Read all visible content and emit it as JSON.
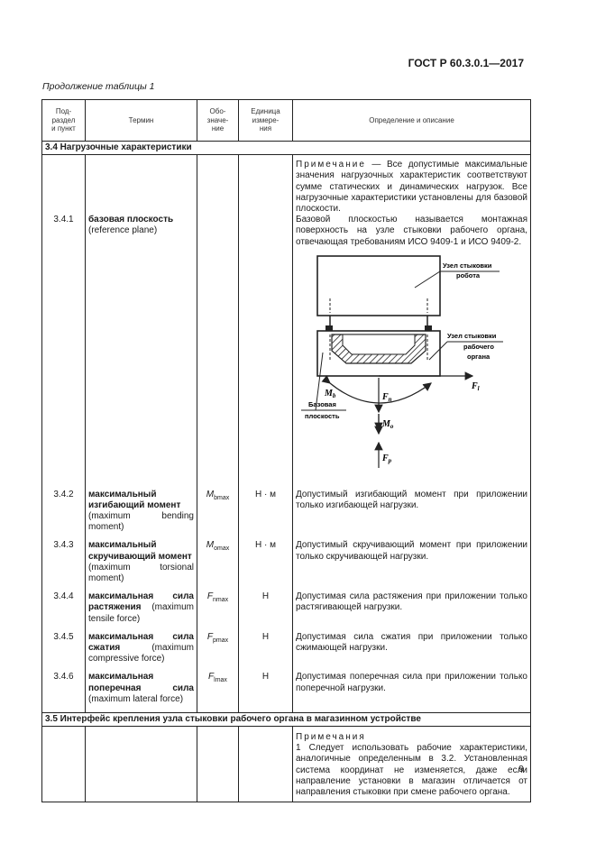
{
  "header": {
    "standard": "ГОСТ Р 60.3.0.1—2017"
  },
  "caption": "Продолжение таблицы 1",
  "columns": {
    "num": "Под-\nраздел\nи пункт",
    "term": "Термин",
    "symbol": "Обо-\nзначе-\nние",
    "unit": "Единица\nизмере-\nния",
    "definition": "Определение и описание"
  },
  "section_34": "3.4 Нагрузочные характеристики",
  "note_34_label": "Примечание",
  "note_34_text": " — Все допустимые максимальные значения нагрузочных характеристик соответствуют сумме статических и динамических нагрузок. Все нагрузочные характеристики установлены для базовой плоскости.",
  "rows": [
    {
      "num": "3.4.1",
      "term_bold": "базовая плоскость",
      "term_en": "(reference plane)",
      "sym_main": "",
      "sym_sub": "",
      "unit": "",
      "definition": "Базовой плоскостью называется монтажная поверхность на узле стыковки рабочего органа, отвечающая требованиям ИСО 9409-1 и ИСО 9409-2."
    },
    {
      "num": "3.4.2",
      "term_bold": "максимальный изгибающий момент",
      "term_en": "(maximum bending moment)",
      "sym_main": "M",
      "sym_sub": "bmax",
      "unit": "Н · м",
      "definition": "Допустимый изгибающий момент при приложении только изгибающей нагрузки."
    },
    {
      "num": "3.4.3",
      "term_bold": "максимальный скручивающий момент",
      "term_en": "(maximum torsional moment)",
      "sym_main": "M",
      "sym_sub": "omax",
      "unit": "Н · м",
      "definition": "Допустимый скручивающий момент при приложении только скручивающей нагрузки."
    },
    {
      "num": "3.4.4",
      "term_bold": "максимальная сила растяжения",
      "term_en": "(maximum tensile force)",
      "sym_main": "F",
      "sym_sub": "nmax",
      "unit": "Н",
      "definition": "Допустимая сила растяжения при приложении только растягивающей нагрузки."
    },
    {
      "num": "3.4.5",
      "term_bold": "максимальная сила сжатия",
      "term_en": "(maximum compressive force)",
      "sym_main": "F",
      "sym_sub": "pmax",
      "unit": "Н",
      "definition": "Допустимая сила сжатия при приложении только сжимающей нагрузки."
    },
    {
      "num": "3.4.6",
      "term_bold": "максимальная поперечная сила",
      "term_en": "(maximum lateral force)",
      "sym_main": "F",
      "sym_sub": "lmax",
      "unit": "Н",
      "definition": "Допустимая поперечная сила при приложении только поперечной нагрузки."
    }
  ],
  "figure": {
    "robot_label_1": "Узел стыковки",
    "robot_label_2": "робота",
    "tool_label_1": "Узел стыковки",
    "tool_label_2": "рабочего",
    "tool_label_3": "органа",
    "plane_label_1": "Базовая",
    "plane_label_2": "плоскость",
    "Fl": "F",
    "Fl_sub": "l",
    "Mb": "M",
    "Mb_sub": "b",
    "Fn": "F",
    "Fn_sub": "n",
    "Mo": "M",
    "Mo_sub": "o",
    "Fp": "F",
    "Fp_sub": "p"
  },
  "section_35": "3.5 Интерфейс крепления узла стыковки рабочего органа в магазинном устройстве",
  "note_35_label": "Примечания",
  "note_35_text": "1 Следует использовать рабочие характеристики, аналогичные определенным в 3.2. Установленная система координат не изменяется, даже если направление установки в магазин отличается от направления стыковки при смене рабочего органа.",
  "page_number": "9"
}
